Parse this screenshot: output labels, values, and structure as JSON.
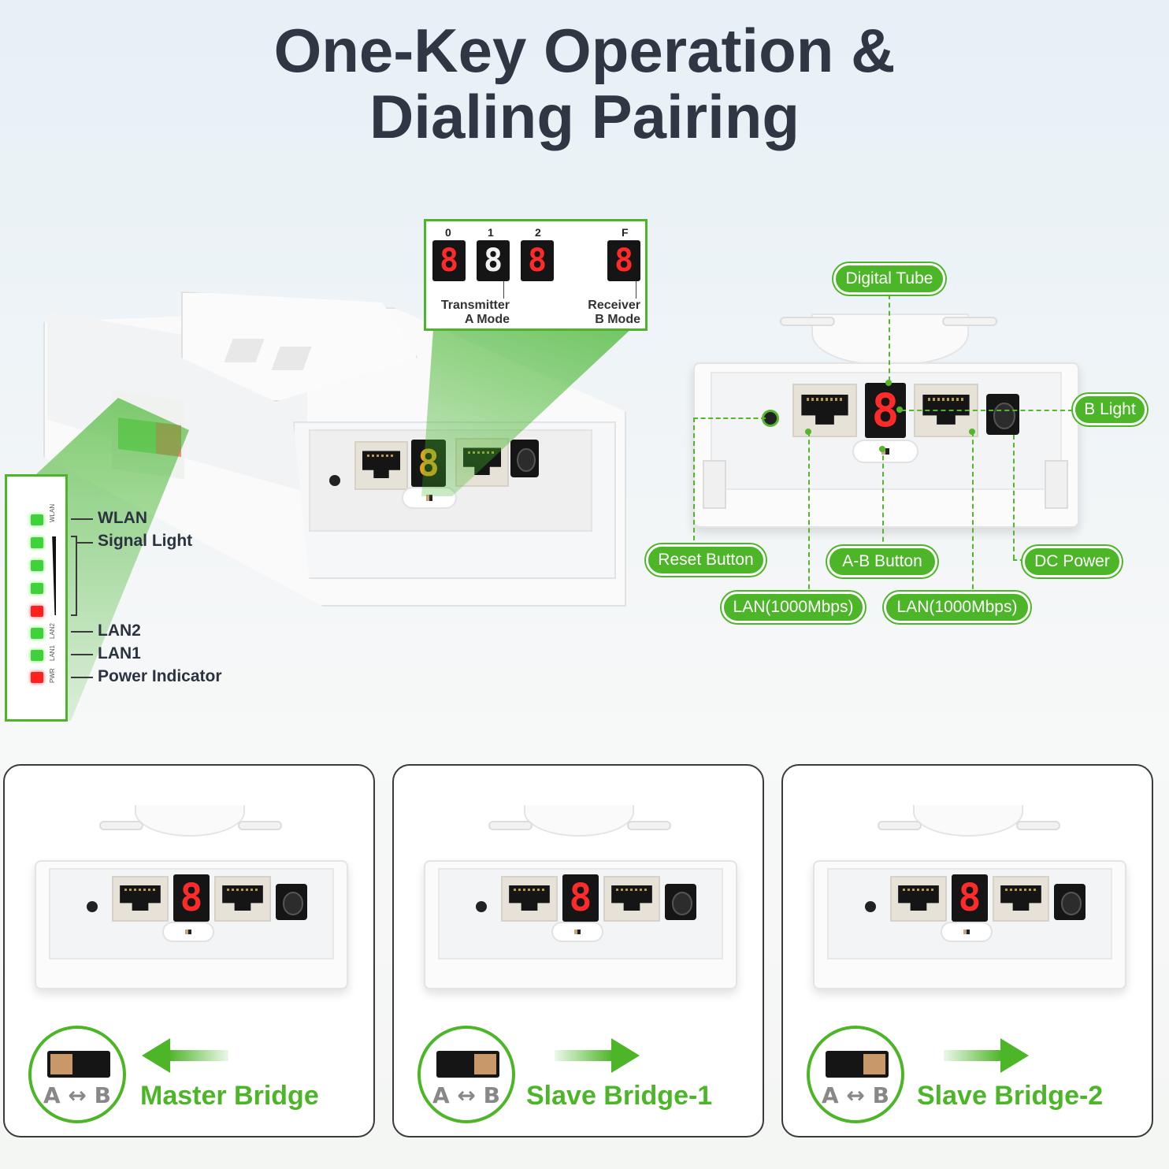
{
  "title": {
    "line1": "One-Key Operation &",
    "line2": "Dialing Pairing"
  },
  "digit_panel": {
    "positions": [
      "0",
      "1",
      "2",
      "F"
    ],
    "digit_glyph": "8",
    "left_label_line1": "Transmitter",
    "left_label_line2": "A Mode",
    "right_label_line1": "Receiver",
    "right_label_line2": "B Mode"
  },
  "led_panel": {
    "small_labels": [
      "WLAN",
      "LAN2",
      "LAN1",
      "PWR"
    ],
    "labels": {
      "wlan": "WLAN",
      "signal": "Signal Light",
      "lan2": "LAN2",
      "lan1": "LAN1",
      "power": "Power Indicator"
    }
  },
  "callouts": {
    "digital_tube": "Digital Tube",
    "b_light": "B Light",
    "reset_button": "Reset Button",
    "ab_button": "A-B Button",
    "dc_power": "DC Power",
    "lan_left": "LAN(1000Mbps)",
    "lan_right": "LAN(1000Mbps)"
  },
  "modes": [
    {
      "label": "Master Bridge",
      "switch_a": "A",
      "switch_b": "B",
      "arrow_direction": "left"
    },
    {
      "label": "Slave Bridge-1",
      "switch_a": "A",
      "switch_b": "B",
      "arrow_direction": "right"
    },
    {
      "label": "Slave Bridge-2",
      "switch_a": "A",
      "switch_b": "B",
      "arrow_direction": "right"
    }
  ],
  "colors": {
    "accent_green": "#4db528",
    "title_text": "#2f3744",
    "segment_red": "#ff2a2a"
  }
}
